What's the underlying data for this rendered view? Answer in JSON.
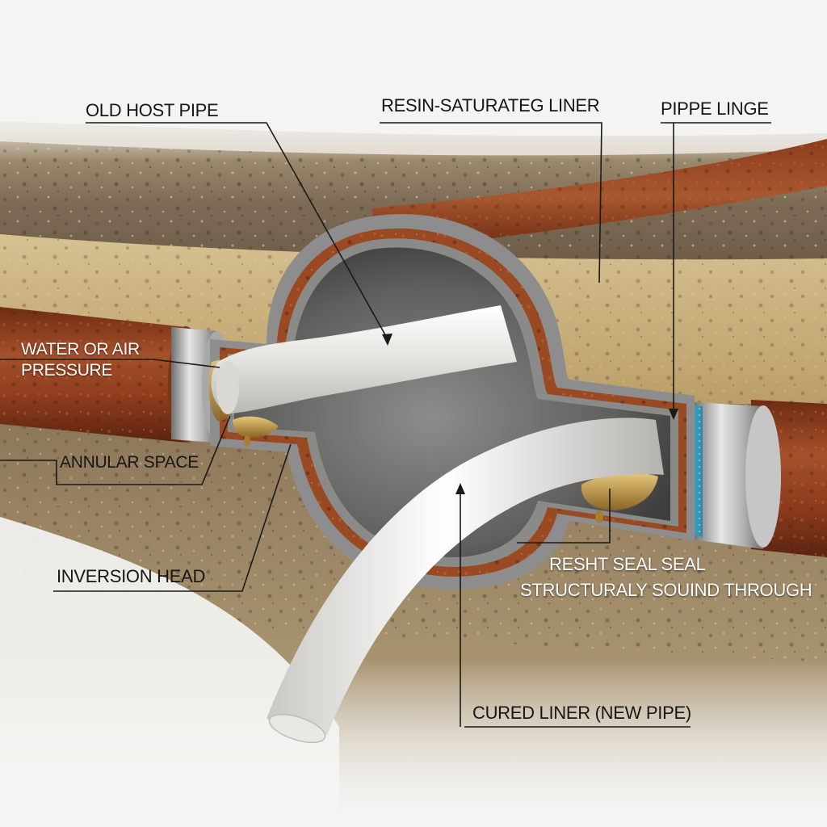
{
  "labels": {
    "old_host_pipe": "OLD HOST PIPE",
    "resin_saturated_liner": "RESIN-SATURATEG LINER",
    "pipe_linge": "PIPPE LINGE",
    "water_or_air_pressure": "WATER OR AIR\nPRESSURE",
    "annular_space": "ANNULAR SPACE",
    "inversion_head": "INVERSION HEAD",
    "resht_seal_line1": "RESHT SEAL SEAL",
    "resht_seal_line2": "STRUCTURALY SOUIND THROUGH",
    "cured_liner": "CURED LINER (NEW PIPE)"
  },
  "colors": {
    "background": "#f4f4f2",
    "soil_dark": "#7d6c55",
    "soil_sand": "#c9b27e",
    "host_pipe_rust": "#8a3a1c",
    "liner_white": "#ecebe8",
    "resin_blue": "#3aa6c9",
    "resin_gold": "#b08a3a",
    "steel": "#9a9a9a",
    "label_text": "#161616"
  }
}
